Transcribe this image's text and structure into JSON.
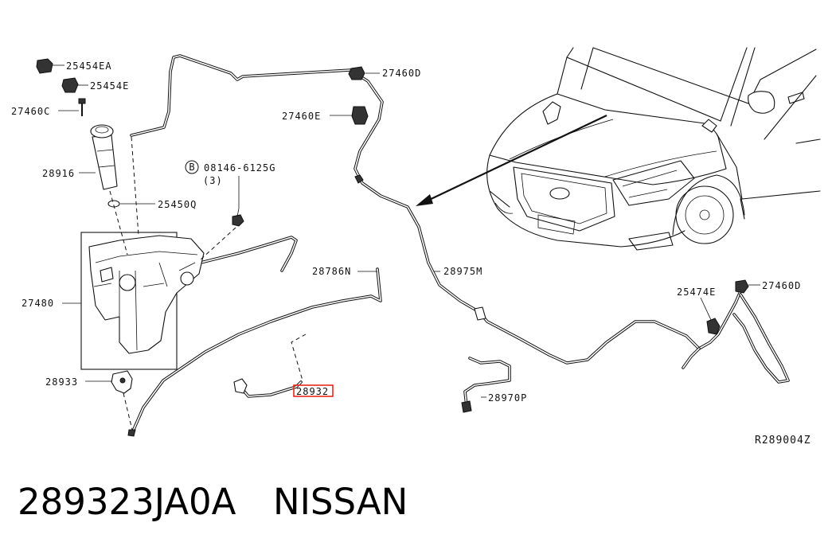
{
  "diagram": {
    "labels": {
      "clip_ea": "25454EA",
      "clip_e": "25454E",
      "screw_c": "27460C",
      "filler_neck": "28916",
      "seal": "25450Q",
      "bolt_marker": "B",
      "bolt": "08146-6125G",
      "bolt_qty": "(3)",
      "clip_d_top": "27460D",
      "clip_e_hood": "27460E",
      "tank": "27480",
      "hose_front": "28786N",
      "hose_main": "28975M",
      "pump": "28933",
      "nozzle_highlighted": "28932",
      "hose_rear": "28970P",
      "check_valve": "25474E",
      "clip_d_right": "27460D"
    },
    "figure_code": "R289004Z"
  },
  "caption": {
    "part_number": "289323JA0A",
    "brand": "NISSAN"
  },
  "colors": {
    "highlight": "#e8281e",
    "line": "#111111"
  }
}
